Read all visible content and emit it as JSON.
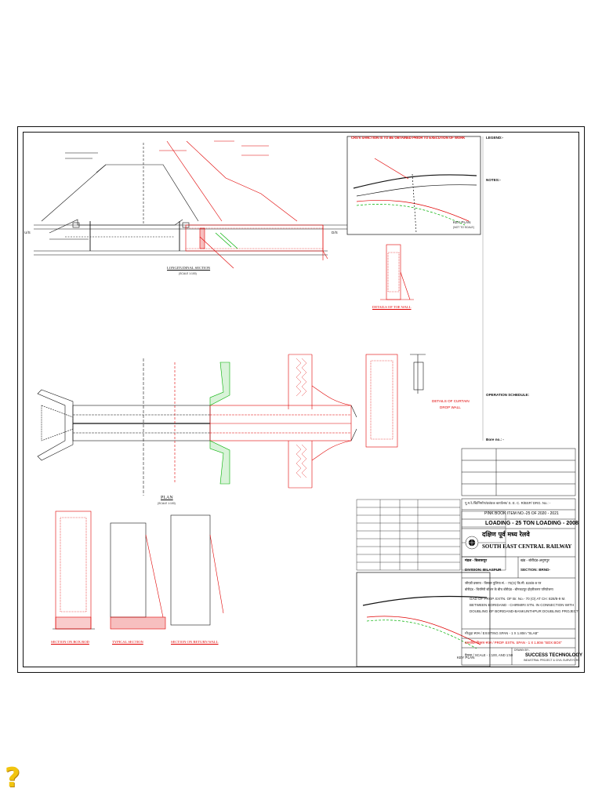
{
  "drawing": {
    "crs_note": "CRS's SANCTION IS TO BE OBTAINED PRIOR TO EXECUTION OF WORK",
    "legend_title": "LEGEND:-",
    "notes_title": "NOTES:-",
    "operation_schedule_title": "OPERATION SCHEDULE:",
    "key_plan_label": "KEY PLAN",
    "key_plan_scale": "(NOT TO SCALE)",
    "plan_label": "PLAN",
    "plan_scale": "(SCALE 1:100)",
    "longitudinal_section": "LONGITUDINAL SECTION",
    "longitudinal_scale": "(SCALE 1:100)",
    "toe_wall_details": "DETAILS OF TOE WALL",
    "curtain_wall_label_1": "DETAILS OF CURTAIN",
    "curtain_wall_label_2": "DROP WALL",
    "section_box": "SECTION ON BOX ROD",
    "typical_section": "TYPICAL SECTION",
    "return_wall_section": "SECTION ON RETURN WALL",
    "us_label": "U/S",
    "ds_label": "D/S",
    "bore_note": "Bore no.: -",
    "title_block": {
      "drg_no": "पू.म.रे./बि/निर्माण/प्रबंधक कार्यालय/ S. E. C. R/BSP/ DRG. No.: -",
      "pink_book": "PINK BOOK ITEM NO.-25 OF 2020 - 2021",
      "loading": "LOADING - 25 TON LOADING - 2008",
      "railway_hindi": "दक्षिण पूर्व मध्य रेलवे",
      "railway_english": "SOUTH EAST CENTRAL RAILWAY",
      "division_hindi": "मंडल - बिलासपुर",
      "division": "DIVISION: BILASPUR",
      "section_hindi": "खंड - बोरीदंड-अनूपपुर",
      "section": "SECTION: BRND-",
      "work_hindi_1": "जीएडी प्रस्ताव - विस्तार पुलिया सं. - 70(O) कि.मी. 828/8-9 पर",
      "work_hindi_2": "बोरीदंड - चिरमिरी स्टेशन के बीच बोरीदंड - बौनकटपुर दोहरीकरण परियोजना",
      "work_en_1": "GAD OF PROP. EXTN. OF Br. No.- 70 (O) AT CH: 828/8-9 M.",
      "work_en_2": "BETWEEN BORIDAND - CHIRMIRI STN. IN CONNECTION WITH",
      "work_en_3": "DOUBLING OF BORIDAND-BANKUNTHPUR DOUBLING PROJECT",
      "existing_span": "मौजूदा स्पान / EXISTING SPAN - 1 X 1.80m \"SLAB\"",
      "proposed_span": "प्रस्तावित विस्तार स्पान / PROP. EXTN. SPAN - 1 X 1.80m \"BOX BOX\"",
      "scale": "पैमाना / SCALE - 1:100, AND 1:50",
      "drawn_by": "DRAWN BY:-",
      "company": "SUCCESS TECHNOLOGY",
      "company_sub": "INDUSTRIAL PROJECT & CIVIL SURVEYORS"
    }
  },
  "colors": {
    "red": "#e00000",
    "green": "#00b000",
    "black": "#111111",
    "help_icon": "#f1c40f"
  },
  "icons": {
    "help": "question-mark-icon"
  },
  "help_glyph": "?"
}
